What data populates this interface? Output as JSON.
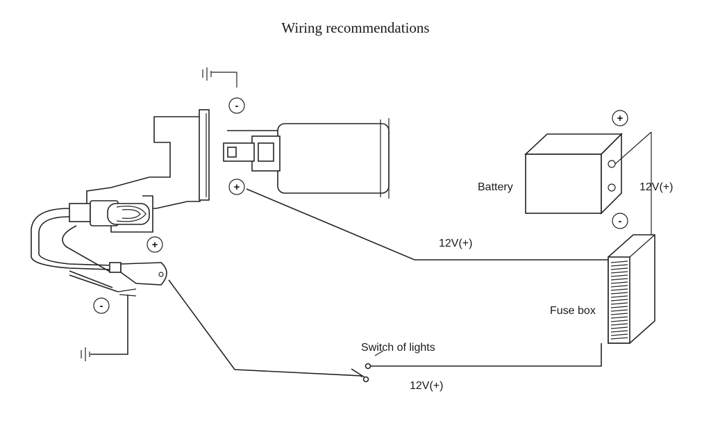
{
  "title": "Wiring recommendations",
  "labels": {
    "battery": "Battery",
    "fuse_box": "Fuse box",
    "switch": "Switch of lights",
    "v_battery": "12V(+)",
    "v_lamp": "12V(+)",
    "v_switch": "12V(+)"
  },
  "polarity": {
    "plus": "+",
    "minus": "-"
  }
}
